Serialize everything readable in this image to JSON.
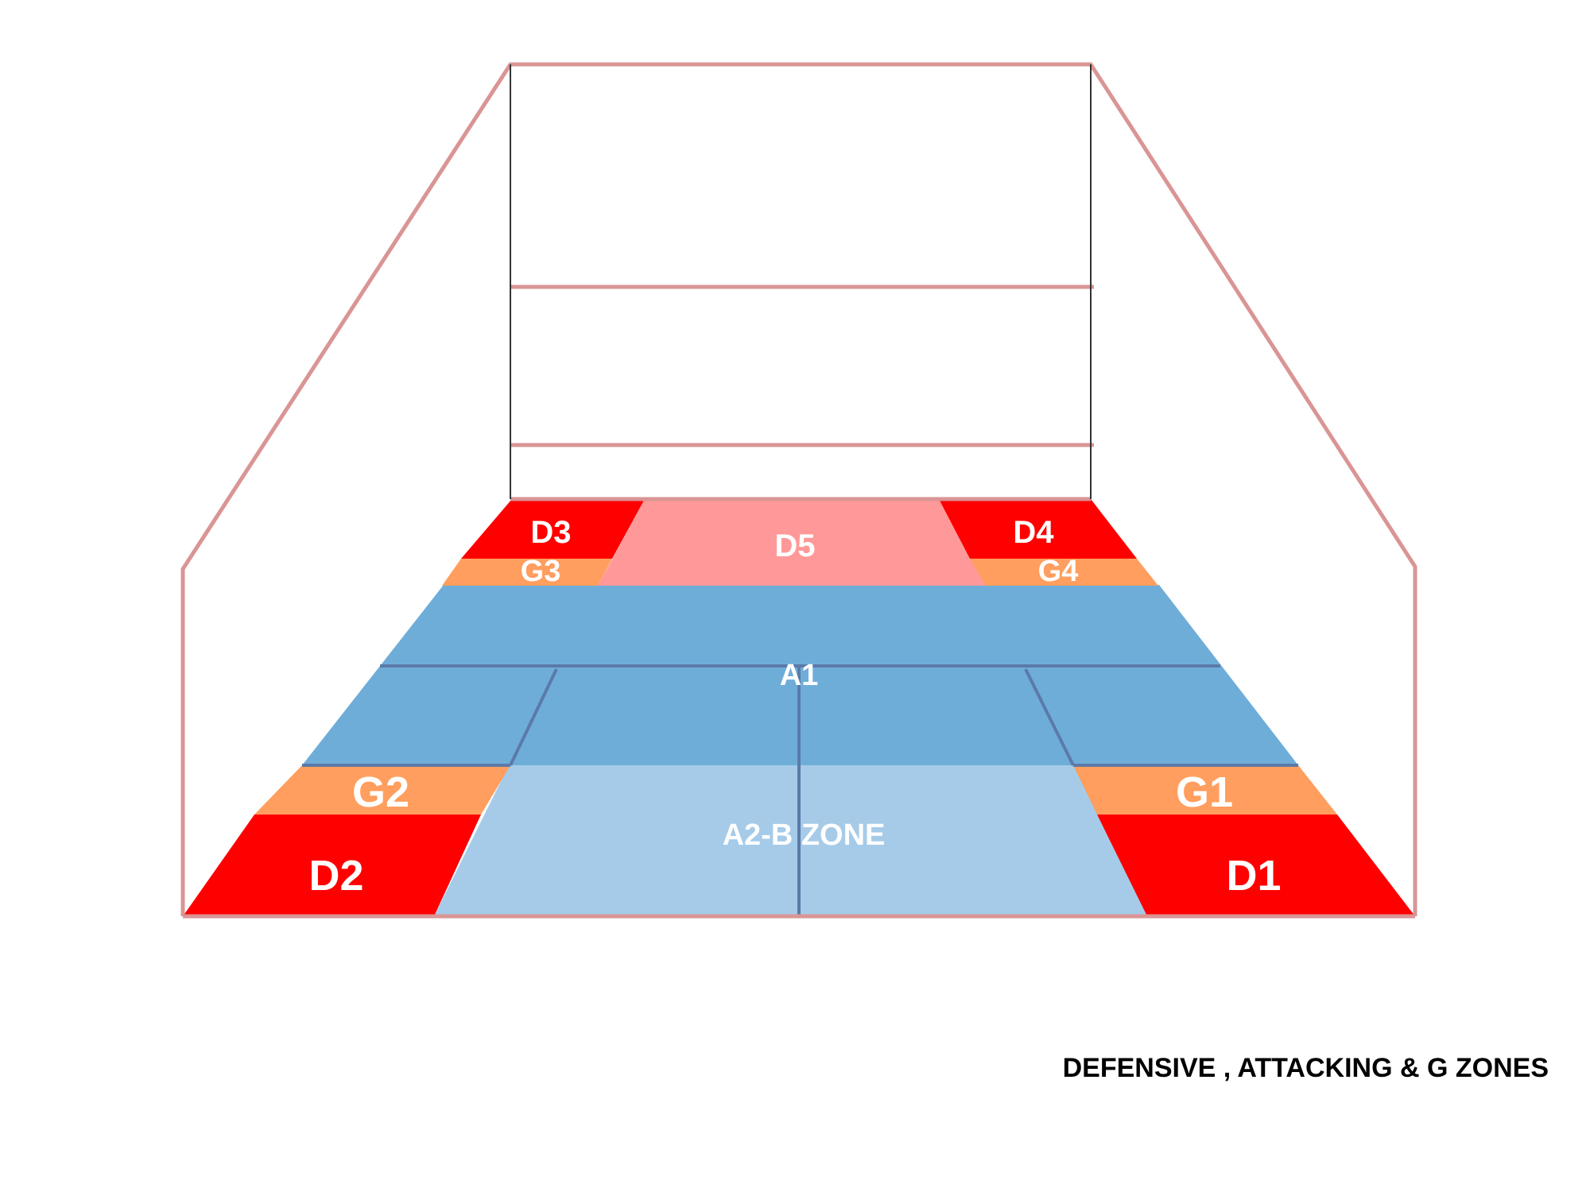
{
  "diagram": {
    "caption": "DEFENSIVE , ATTACKING & G ZONES",
    "colors": {
      "court_outline": "#d99594",
      "defensive_zone": "#ff0000",
      "d5_zone": "#ff9999",
      "g_zone": "#ff9e5e",
      "attacking_zone": "#6fadd9",
      "a2_zone": "#a6cbe8",
      "zone_divider": "#5b7aa8",
      "label_text": "#ffffff",
      "caption_text": "#000000"
    },
    "zones": {
      "d1": "D1",
      "d2": "D2",
      "d3": "D3",
      "d4": "D4",
      "d5": "D5",
      "g1": "G1",
      "g2": "G2",
      "g3": "G3",
      "g4": "G4",
      "a1": "A1",
      "a2": "A2-B ZONE"
    }
  }
}
